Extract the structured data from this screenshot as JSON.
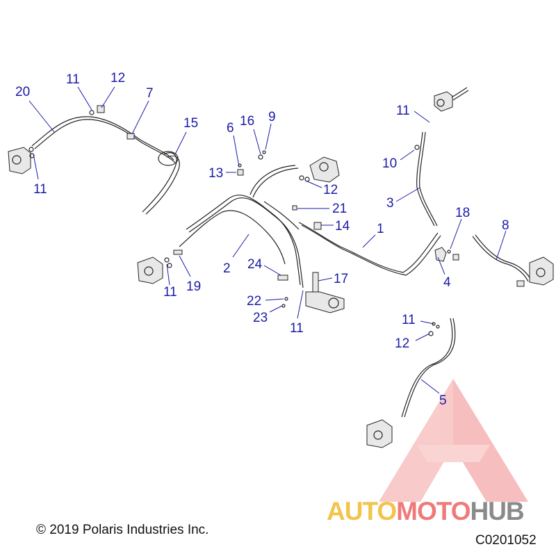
{
  "diagram": {
    "callouts": [
      {
        "id": "c20",
        "text": "20"
      },
      {
        "id": "c11a",
        "text": "11"
      },
      {
        "id": "c12a",
        "text": "12"
      },
      {
        "id": "c7",
        "text": "7"
      },
      {
        "id": "c15",
        "text": "15"
      },
      {
        "id": "c11b",
        "text": "11"
      },
      {
        "id": "c6",
        "text": "6"
      },
      {
        "id": "c16",
        "text": "16"
      },
      {
        "id": "c9",
        "text": "9"
      },
      {
        "id": "c13",
        "text": "13"
      },
      {
        "id": "c12b",
        "text": "12"
      },
      {
        "id": "c21",
        "text": "21"
      },
      {
        "id": "c14",
        "text": "14"
      },
      {
        "id": "c1",
        "text": "1"
      },
      {
        "id": "c11c",
        "text": "11"
      },
      {
        "id": "c10",
        "text": "10"
      },
      {
        "id": "c3",
        "text": "3"
      },
      {
        "id": "c18",
        "text": "18"
      },
      {
        "id": "c8",
        "text": "8"
      },
      {
        "id": "c4",
        "text": "4"
      },
      {
        "id": "c2",
        "text": "2"
      },
      {
        "id": "c24",
        "text": "24"
      },
      {
        "id": "c17",
        "text": "17"
      },
      {
        "id": "c11d",
        "text": "11"
      },
      {
        "id": "c19",
        "text": "19"
      },
      {
        "id": "c22",
        "text": "22"
      },
      {
        "id": "c23",
        "text": "23"
      },
      {
        "id": "c11e",
        "text": "11"
      },
      {
        "id": "c11f",
        "text": "11"
      },
      {
        "id": "c12c",
        "text": "12"
      },
      {
        "id": "c5",
        "text": "5"
      }
    ]
  },
  "footer": {
    "copyright": "© 2019 Polaris Industries Inc.",
    "diagram_code": "C0201052"
  },
  "watermark": {
    "part1": "AUTO",
    "part2": "MOTO",
    "part3": "HUB",
    "colors": {
      "part1": "#f2c44a",
      "part2": "#ef7a7a",
      "part3": "#8a8a8a",
      "logo": "#f08a8a"
    }
  },
  "colors": {
    "callout": "#1a1aa8",
    "line": "#222222"
  }
}
